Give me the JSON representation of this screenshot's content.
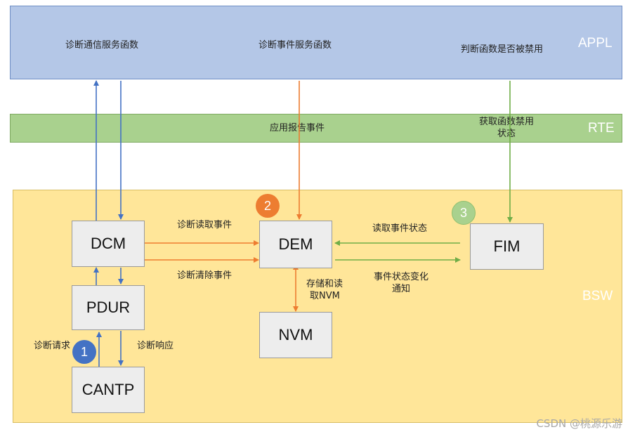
{
  "layers": {
    "appl": {
      "name": "APPL"
    },
    "rte": {
      "name": "RTE"
    },
    "bsw": {
      "name": "BSW"
    }
  },
  "appl_labels": {
    "diag_comm_func": "诊断通信服务函数",
    "diag_event_func": "诊断事件服务函数",
    "check_disabled": "判断函数是否被禁用"
  },
  "rte_labels": {
    "report_event": "应用报告事件",
    "get_disable_line1": "获取函数禁用",
    "get_disable_line2": "状态"
  },
  "modules": {
    "dcm": "DCM",
    "pdur": "PDUR",
    "cantp": "CANTP",
    "dem": "DEM",
    "nvm": "NVM",
    "fim": "FIM"
  },
  "edge_labels": {
    "read_event": "诊断读取事件",
    "clear_event": "诊断清除事件",
    "store_read_line1": "存储和读",
    "store_read_line2": "取NVM",
    "read_event_status": "读取事件状态",
    "status_change_line1": "事件状态变化",
    "status_change_line2": "通知",
    "diag_request": "诊断请求",
    "diag_response": "诊断响应"
  },
  "badges": [
    {
      "label": "1",
      "color": "#4472c4"
    },
    {
      "label": "2",
      "color": "#ed7d31"
    },
    {
      "label": "3",
      "color": "#a9d18e"
    }
  ],
  "colors": {
    "blue_arrow": "#4472c4",
    "orange_arrow": "#ed7d31",
    "green_arrow": "#70ad47"
  },
  "watermark": "CSDN @桃源乐游"
}
